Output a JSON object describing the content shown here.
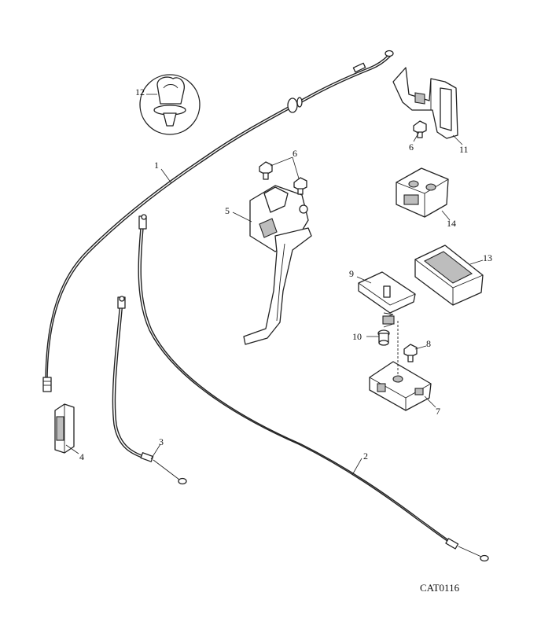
{
  "catalog_code": "CAT0116",
  "callouts": [
    "1",
    "2",
    "3",
    "4",
    "5",
    "6",
    "6",
    "7",
    "8",
    "9",
    "10",
    "11",
    "12",
    "13",
    "14"
  ]
}
